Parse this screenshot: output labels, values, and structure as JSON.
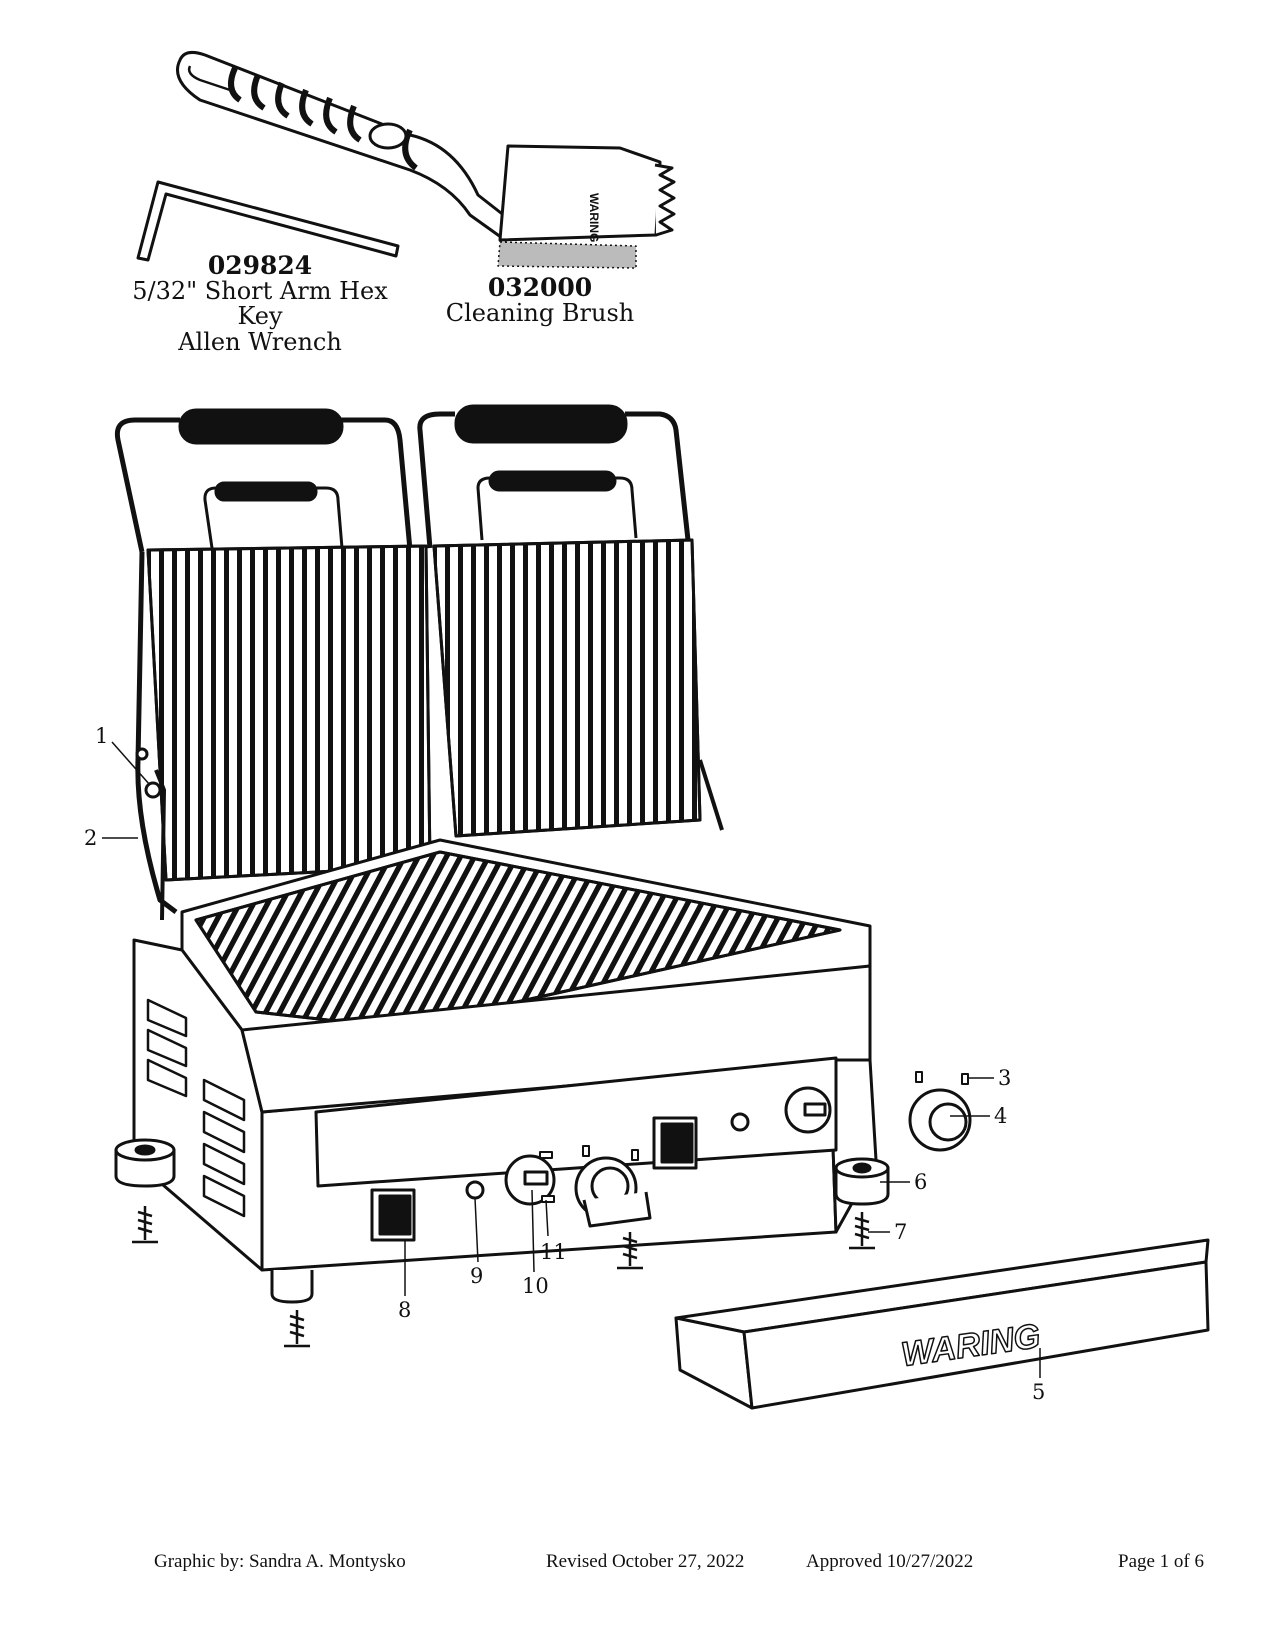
{
  "accessories": [
    {
      "part_number": "029824",
      "desc_line1": "5/32\" Short Arm Hex Key",
      "desc_line2": "Allen Wrench"
    },
    {
      "part_number": "032000",
      "desc_line1": "Cleaning Brush"
    }
  ],
  "brand": "WARING",
  "callouts": [
    "1",
    "2",
    "3",
    "4",
    "5",
    "6",
    "7",
    "8",
    "9",
    "10",
    "11"
  ],
  "footer": {
    "graphic_by": "Graphic by: Sandra A. Montysko",
    "revised": "Revised October 27, 2022",
    "approved": "Approved 10/27/2022",
    "page": "Page 1 of 6"
  },
  "line_color": "#111111"
}
